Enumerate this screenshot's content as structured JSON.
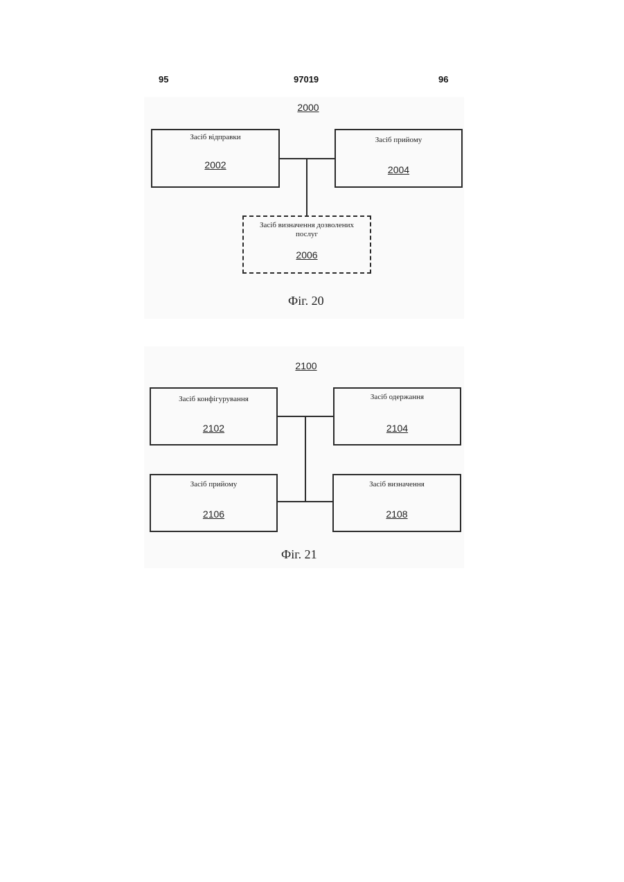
{
  "header": {
    "left_page": "95",
    "center_number": "97019",
    "right_page": "96"
  },
  "fig20": {
    "diagram_number": "2000",
    "boxes": [
      {
        "label": "Засіб відправки",
        "ref": "2002"
      },
      {
        "label": "Засіб прийому",
        "ref": "2004"
      },
      {
        "label": "Засіб визначення дозволених послуг",
        "ref": "2006",
        "style": "dashed"
      }
    ],
    "caption": "Фіг. 20"
  },
  "fig21": {
    "diagram_number": "2100",
    "boxes": [
      {
        "label": "Засіб конфігурування",
        "ref": "2102"
      },
      {
        "label": "Засіб одержання",
        "ref": "2104"
      },
      {
        "label": "Засіб прийому",
        "ref": "2106"
      },
      {
        "label": "Засіб визначення",
        "ref": "2108"
      }
    ],
    "caption": "Фіг. 21"
  }
}
